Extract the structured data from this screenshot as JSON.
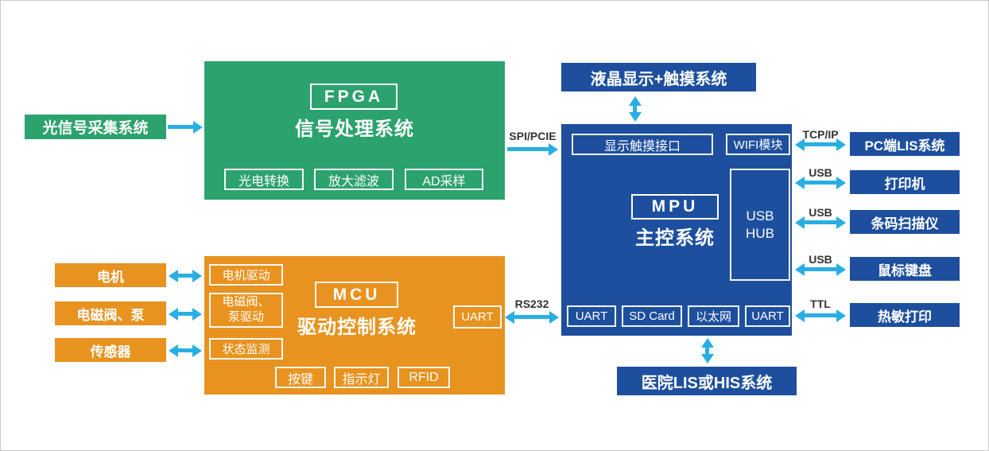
{
  "colors": {
    "green": "#2CA26E",
    "blue": "#1D4F9E",
    "orange": "#E8921F",
    "arrow": "#29AEE4",
    "bus_text": "#333333",
    "canvas_border": "#C9C9C9"
  },
  "inputs": {
    "optical": "光信号采集系统"
  },
  "fpga": {
    "title": "FPGA",
    "subtitle": "信号处理系统",
    "items": [
      "光电转换",
      "放大滤波",
      "AD采样"
    ]
  },
  "links": {
    "fpga_to_mpu": "SPI/PCIE",
    "mcu_to_mpu": "RS232"
  },
  "lcd": "液晶显示+触摸系统",
  "mpu": {
    "title": "MPU",
    "subtitle": "主控系统",
    "display_touch": "显示触摸接口",
    "wifi": "WIFI模块",
    "usb_hub_lines": [
      "USB",
      "HUB"
    ],
    "bottom": [
      "UART",
      "SD Card",
      "以太网",
      "UART"
    ]
  },
  "peripherals": [
    {
      "bus": "TCP/IP",
      "label": "PC端LIS系统"
    },
    {
      "bus": "USB",
      "label": "打印机"
    },
    {
      "bus": "USB",
      "label": "条码扫描仪"
    },
    {
      "bus": "USB",
      "label": "鼠标键盘"
    },
    {
      "bus": "TTL",
      "label": "热敏打印"
    }
  ],
  "hospital": "医院LIS或HIS系统",
  "mcu": {
    "title": "MCU",
    "subtitle": "驱动控制系统",
    "uart": "UART",
    "drivers": [
      {
        "lines": [
          "电机驱动"
        ]
      },
      {
        "lines": [
          "电磁阀、",
          "泵驱动"
        ]
      },
      {
        "lines": [
          "状态监测"
        ]
      }
    ],
    "bottom": [
      "按键",
      "指示灯",
      "RFID"
    ]
  },
  "actuators": [
    "电机",
    "电磁阀、泵",
    "传感器"
  ]
}
